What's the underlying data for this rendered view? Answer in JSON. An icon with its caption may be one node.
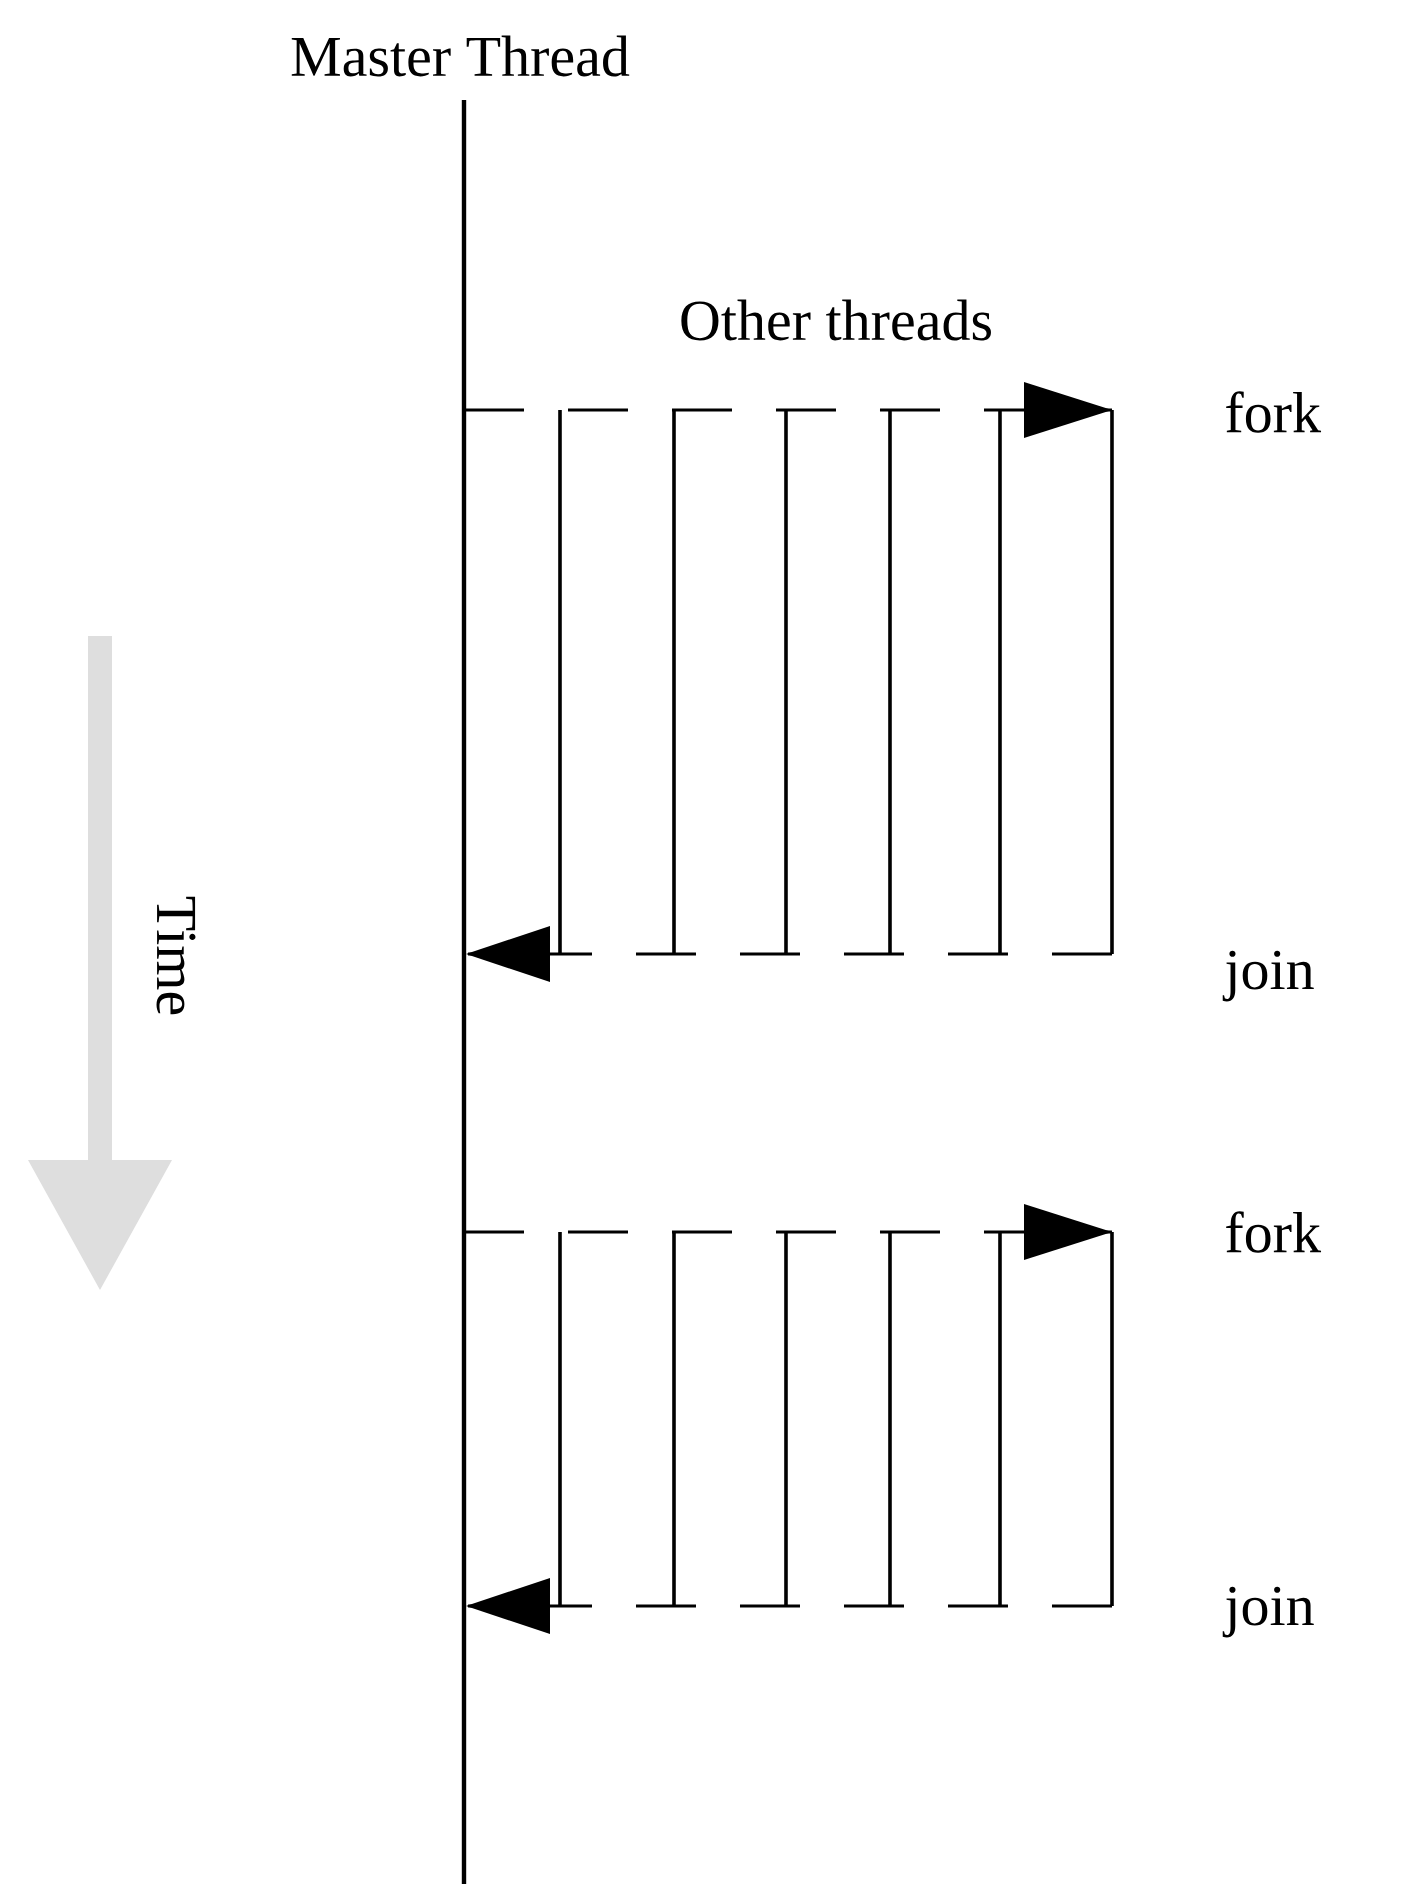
{
  "diagram": {
    "labels": [
      "Master Thread",
      "Other threads",
      "fork",
      "join",
      "fork",
      "join",
      "Time"
    ]
  }
}
